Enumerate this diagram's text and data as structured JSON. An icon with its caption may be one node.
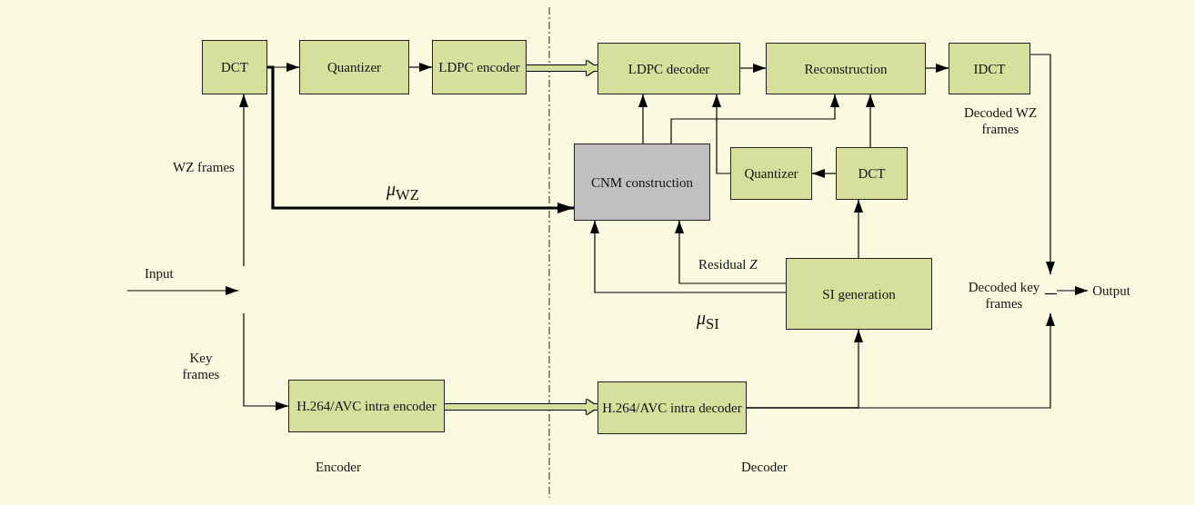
{
  "diagram": {
    "nodes": [
      {
        "text": [
          "DCT"
        ]
      },
      {
        "text": [
          "Quantizer"
        ]
      },
      {
        "text": [
          "LDPC encoder"
        ]
      },
      {
        "text": [
          "LDPC decoder"
        ]
      },
      {
        "text": [
          "Reconstruction"
        ]
      },
      {
        "text": [
          "IDCT"
        ]
      },
      {
        "text": [
          "CNM construction"
        ]
      },
      {
        "text": [
          "Quantizer"
        ]
      },
      {
        "text": [
          "DCT"
        ]
      },
      {
        "text": [
          "SI generation"
        ]
      },
      {
        "text": [
          "H.264/AVC intra encoder"
        ]
      },
      {
        "text": [
          "H.264/AVC intra decoder"
        ]
      },
      {
        "text": [],
        "shape": "switch"
      },
      {
        "text": [
          "Output"
        ]
      }
    ],
    "edges": [
      {
        "from": null,
        "to": 0,
        "arrow": "to",
        "label": "WZ frames"
      },
      {
        "from": null,
        "to": 10,
        "arrow": "to",
        "label": "Key frames"
      },
      {
        "from": 0,
        "to": 1,
        "arrow": "to"
      },
      {
        "from": 1,
        "to": 2,
        "arrow": "to"
      },
      {
        "from": 2,
        "to": 3,
        "arrow": "to",
        "style": "thick",
        "color": "#d4df9c"
      },
      {
        "from": 3,
        "to": 4,
        "arrow": "to"
      },
      {
        "from": 4,
        "to": 5,
        "arrow": "to"
      },
      {
        "from": 0,
        "to": 6,
        "arrow": "to",
        "style": "thick",
        "label": "*μ*$_{WZ}$"
      },
      {
        "from": 6,
        "to": 3,
        "arrow": "to"
      },
      {
        "from": 6,
        "to": 4,
        "arrow": "to"
      },
      {
        "from": 7,
        "to": 3,
        "arrow": "to"
      },
      {
        "from": 8,
        "to": 7,
        "arrow": "to"
      },
      {
        "from": 8,
        "to": 4,
        "arrow": "to"
      },
      {
        "from": 9,
        "to": 8,
        "arrow": "to"
      },
      {
        "from": 9,
        "to": 6,
        "arrow": "to",
        "label": "Residual *Z*"
      },
      {
        "from": 9,
        "to": 6,
        "arrow": "to",
        "label": "*μ*$_{SI}$"
      },
      {
        "from": 10,
        "to": 11,
        "arrow": "to",
        "style": "thick",
        "color": "#d4df9c"
      },
      {
        "from": 11,
        "to": 9,
        "arrow": "to"
      },
      {
        "from": 5,
        "to": 12,
        "arrow": "to",
        "label": "Decoded WZ frames"
      },
      {
        "from": 11,
        "to": 12,
        "arrow": "to",
        "label": "Decoded key frames"
      },
      {
        "from": 12,
        "to": 13,
        "arrow": "to"
      }
    ],
    "labels": [
      "Input",
      "Encoder",
      "Decoder"
    ]
  }
}
